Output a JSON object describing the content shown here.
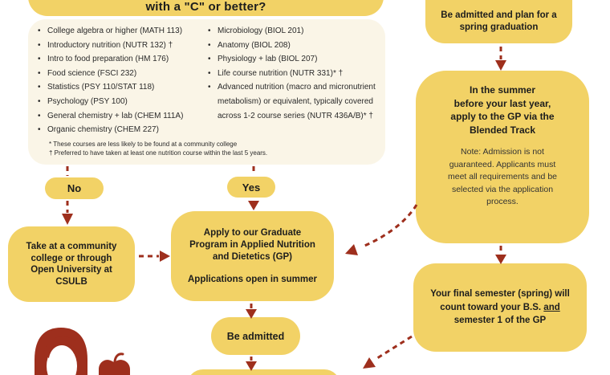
{
  "palette": {
    "box_yellow": "#F2D266",
    "panel_cream": "#FAF5E7",
    "arrow_maroon": "#9E2F1D",
    "text_black": "#1D1D1D"
  },
  "header": {
    "question_line": "with a \"C\" or better?"
  },
  "courses": {
    "left": [
      "College algebra or higher (MATH 113)",
      "Introductory nutrition (NUTR 132) †",
      "Intro to food preparation (HM 176)",
      "Food science (FSCI 232)",
      "Statistics (PSY 110/STAT 118)",
      "Psychology (PSY 100)",
      "General chemistry + lab (CHEM 111A)",
      "Organic chemistry (CHEM 227)"
    ],
    "right": [
      "Microbiology (BIOL 201)",
      "Anatomy (BIOL 208)",
      "Physiology + lab (BIOL 207)",
      "Life course nutrition (NUTR 331)* †",
      "Advanced nutrition (macro and micronutrient metabolism) or equivalent, typically covered across 1-2 course series (NUTR 436A/B)* †"
    ],
    "footnotes": [
      "* These courses are less likely to be found at a community college",
      "† Preferred to have taken at least one nutrition course within the last 5 years."
    ]
  },
  "nodes": {
    "no_label": "No",
    "yes_label": "Yes",
    "community": "Take at a community\ncollege or through\nOpen University at\nCSULB",
    "apply": {
      "title": "Apply to our Graduate\nProgram in Applied Nutrition\nand Dietetics (GP)",
      "subtitle": "Applications open in summer"
    },
    "be_admitted": "Be admitted",
    "right_top": "Be admitted and plan for a\nspring graduation",
    "summer": {
      "title": "In the summer\nbefore your last year,\napply to the GP via the\nBlended Track",
      "note": "Note: Admission is not\nguaranteed. Applicants must\nmeet all requirements and be\nselected via the application\nprocess."
    },
    "final": {
      "part1": "Your final semester (spring) will\ncount toward your B.S.",
      "underline": "and",
      "part2": "\nsemester 1 of the GP"
    }
  },
  "illustrations": {
    "left": "woman-silhouette",
    "right": "apple"
  }
}
